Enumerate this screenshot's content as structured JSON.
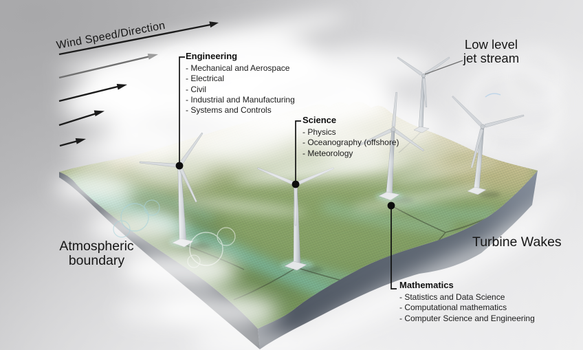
{
  "scene": {
    "wind_label": "Wind Speed/Direction",
    "jet": {
      "line1": "Low level",
      "line2": "jet stream"
    },
    "atmos": {
      "line1": "Atmospheric",
      "line2": "boundary"
    },
    "wakes_label": "Turbine Wakes",
    "callouts": {
      "engineering": {
        "title": "Engineering",
        "items": [
          "- Mechanical and Aerospace",
          "- Electrical",
          "- Civil",
          "- Industrial and Manufacturing",
          "- Systems and Controls"
        ]
      },
      "science": {
        "title": "Science",
        "items": [
          "- Physics",
          "- Oceanography (offshore)",
          "- Meteorology"
        ]
      },
      "mathematics": {
        "title": "Mathematics",
        "items": [
          "- Statistics and Data Science",
          "- Computational mathematics",
          "- Computer Science and Engineering"
        ]
      }
    },
    "colors": {
      "terrain_green": "#8aa56a",
      "ridge_tan": "#c8bf92",
      "wake_teal": "#7cc7bd",
      "terrain_side": "#4d545f",
      "text": "#161616",
      "background": "#d4d4d6"
    }
  }
}
